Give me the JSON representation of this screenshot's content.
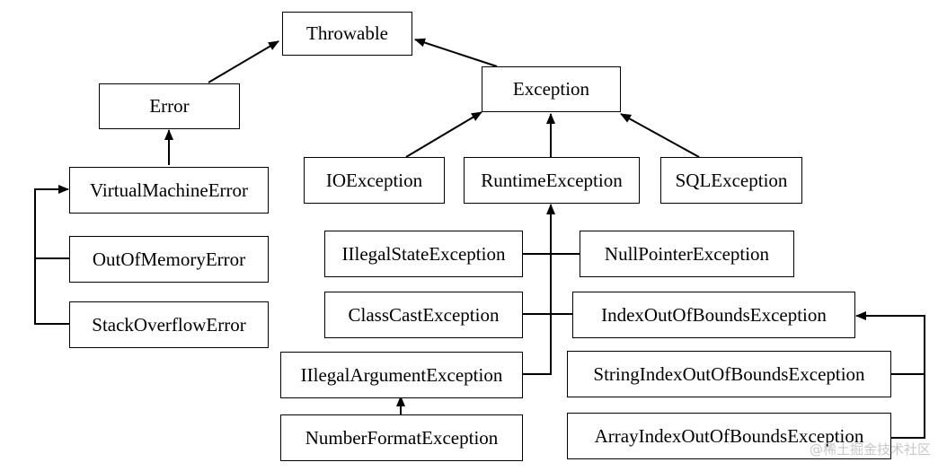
{
  "nodes": {
    "throwable": "Throwable",
    "error": "Error",
    "exception": "Exception",
    "virtual_machine_error": "VirtualMachineError",
    "out_of_memory_error": "OutOfMemoryError",
    "stack_overflow_error": "StackOverflowError",
    "io_exception": "IOException",
    "runtime_exception": "RuntimeException",
    "sql_exception": "SQLException",
    "illegal_state_exception": "IIlegalStateException",
    "null_pointer_exception": "NullPointerException",
    "class_cast_exception": "ClassCastException",
    "index_out_of_bounds_exception": "IndexOutOfBoundsException",
    "illegal_argument_exception": "IIlegalArgumentException",
    "string_index_out_of_bounds_exception": "StringIndexOutOfBoundsException",
    "number_format_exception": "NumberFormatException",
    "array_index_out_of_bounds_exception": "ArrayIndexOutOfBoundsException"
  },
  "watermark": "@稀土掘金技术社区"
}
